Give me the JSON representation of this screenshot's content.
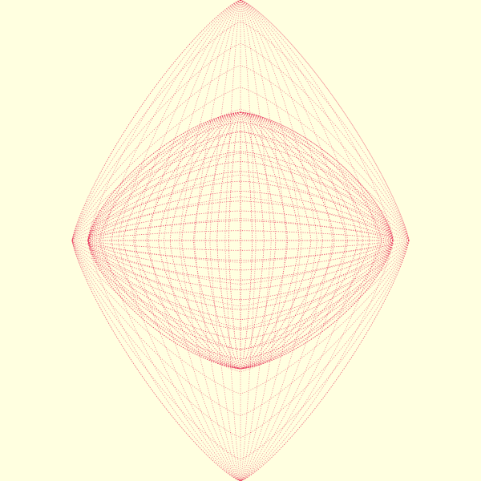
{
  "artwork": {
    "background_color": "#ffffe0",
    "stroke_color": "#e8325a",
    "outer_shape": "vertical-diamond-mesh",
    "inner_shape": "square-diamond-mesh",
    "line_style": "dotted",
    "outer_mesh_lines": 22,
    "inner_mesh_lines": 26
  }
}
